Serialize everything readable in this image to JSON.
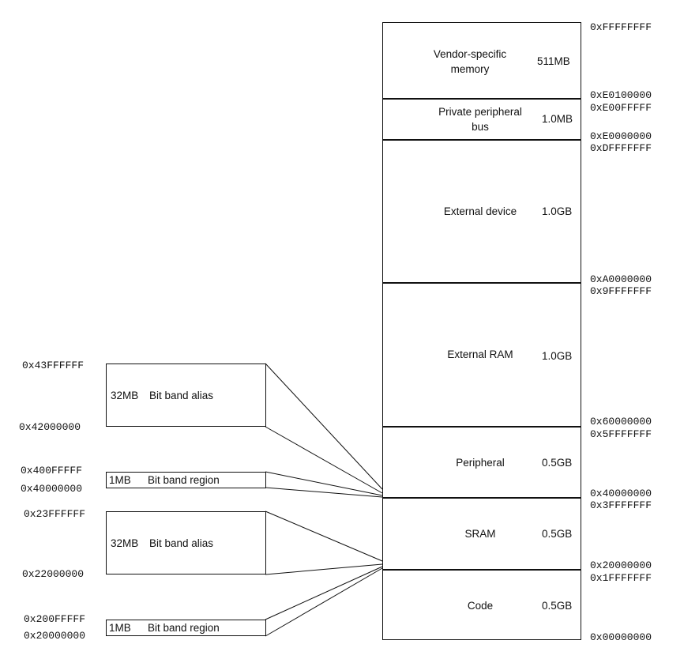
{
  "memory_map": {
    "regions": [
      {
        "name_lines": [
          "Vendor-specific",
          "memory"
        ],
        "size": "511MB"
      },
      {
        "name_lines": [
          "Private peripheral",
          "bus"
        ],
        "size": "1.0MB"
      },
      {
        "name_lines": [
          "External device"
        ],
        "size": "1.0GB"
      },
      {
        "name_lines": [
          "External RAM"
        ],
        "size": "1.0GB"
      },
      {
        "name_lines": [
          "Peripheral"
        ],
        "size": "0.5GB"
      },
      {
        "name_lines": [
          "SRAM"
        ],
        "size": "0.5GB"
      },
      {
        "name_lines": [
          "Code"
        ],
        "size": "0.5GB"
      }
    ],
    "addresses": [
      "0xFFFFFFFF",
      "0xE0100000",
      "0xE00FFFFF",
      "0xE0000000",
      "0xDFFFFFFF",
      "0xA0000000",
      "0x9FFFFFFF",
      "0x60000000",
      "0x5FFFFFFF",
      "0x40000000",
      "0x3FFFFFFF",
      "0x20000000",
      "0x1FFFFFFF",
      "0x00000000"
    ]
  },
  "bit_band": {
    "boxes": [
      {
        "size": "32MB",
        "label": "Bit band alias",
        "top_address": "0x43FFFFFF",
        "bottom_address": "0x42000000"
      },
      {
        "size": "1MB",
        "label": "Bit band region",
        "top_address": "0x400FFFFF",
        "bottom_address": "0x40000000"
      },
      {
        "size": "32MB",
        "label": "Bit band alias",
        "top_address": "0x23FFFFFF",
        "bottom_address": "0x22000000"
      },
      {
        "size": "1MB",
        "label": "Bit band region",
        "top_address": "0x200FFFFF",
        "bottom_address": "0x20000000"
      }
    ]
  }
}
